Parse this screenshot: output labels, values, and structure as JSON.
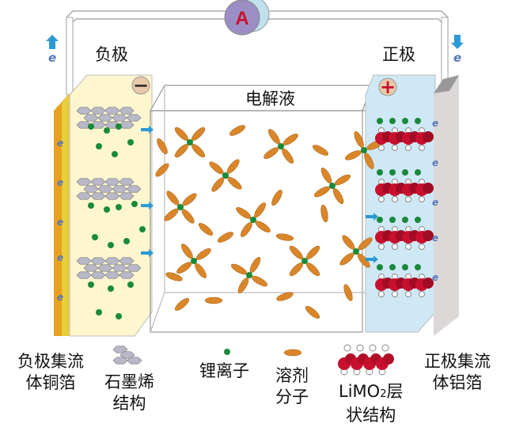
{
  "title": "锂离子电池结构示意图",
  "ammeter": "A",
  "electron": "e",
  "labels": {
    "anode": "负极",
    "cathode": "正极",
    "electrolyte": "电解液",
    "anode_sign": "−",
    "cathode_sign": "+"
  },
  "legend": {
    "anode_collector": [
      "负极集流",
      "体铜箔"
    ],
    "graphite": [
      "石墨烯",
      "结构"
    ],
    "li_ion": "锂离子",
    "solvent": [
      "溶剂",
      "分子"
    ],
    "limo2": [
      "LiMO",
      "2",
      "层",
      "状结构"
    ],
    "cathode_collector": [
      "正极集流",
      "体铝箔"
    ]
  },
  "colors": {
    "copper": "#e8a020",
    "anode_panel": "#fdf6cf",
    "cathode_panel": "#cfe8f6",
    "aluminum": "#d8d4d4",
    "li_ion": "#1a8a3a",
    "solvent": "#d9862a",
    "metal_oxide": "#c8102e",
    "ammeter": "#9b8ec4"
  }
}
